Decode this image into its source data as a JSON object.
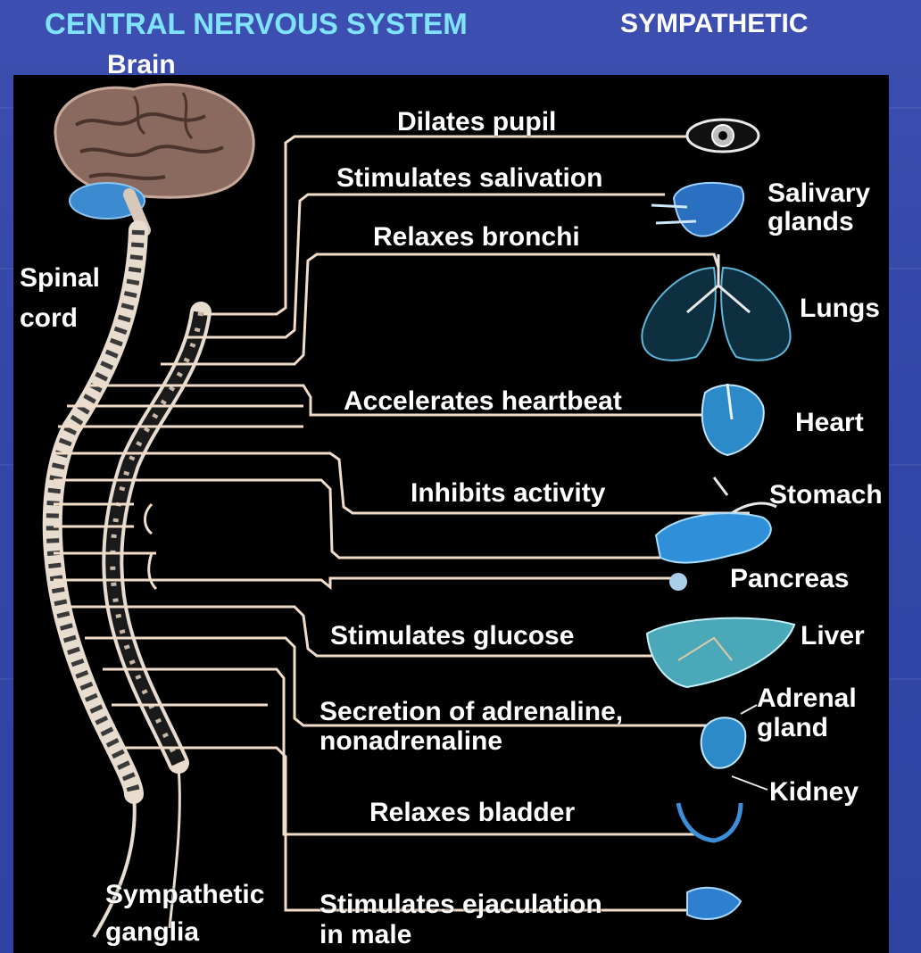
{
  "header": {
    "title": "CENTRAL NERVOUS SYSTEM",
    "subtitle": "SYMPATHETIC"
  },
  "structures": {
    "brain": "Brain",
    "spinal_cord_line1": "Spinal",
    "spinal_cord_line2": "cord",
    "ganglia_line1": "Sympathetic",
    "ganglia_line2": "ganglia"
  },
  "effects": [
    {
      "text": "Dilates pupil"
    },
    {
      "text": "Stimulates salivation"
    },
    {
      "text": "Relaxes bronchi"
    },
    {
      "text": "Accelerates heartbeat"
    },
    {
      "text": "Inhibits activity"
    },
    {
      "text": "Stimulates glucose"
    },
    {
      "line1": "Secretion of adrenaline,",
      "line2": "nonadrenaline"
    },
    {
      "text": "Relaxes bladder"
    },
    {
      "line1": "Stimulates ejaculation",
      "line2": "in male"
    }
  ],
  "organs": [
    {
      "line1": "Salivary",
      "line2": "glands"
    },
    {
      "text": "Lungs"
    },
    {
      "text": "Heart"
    },
    {
      "text": "Stomach"
    },
    {
      "text": "Pancreas"
    },
    {
      "text": "Liver"
    },
    {
      "line1": "Adrenal",
      "line2": "gland"
    },
    {
      "text": "Kidney"
    }
  ],
  "colors": {
    "background": "#3347a8",
    "panel": "#000000",
    "title": "#7fe3ff",
    "text": "#ffffff",
    "nerve": "#f0dcc8",
    "organ": "#3aa0d8"
  }
}
